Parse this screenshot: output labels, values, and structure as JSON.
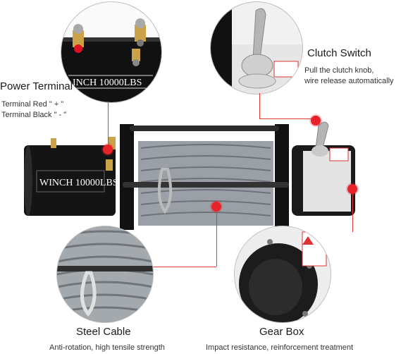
{
  "callouts": {
    "power_terminal": {
      "title": "Power Terminal",
      "lines": [
        "Terminal Red \" + \"",
        "Terminal Black \" - \""
      ]
    },
    "clutch_switch": {
      "title": "Clutch Switch",
      "lines": [
        "Pull the clutch knob,",
        "wire release automatically"
      ]
    },
    "steel_cable": {
      "title": "Steel Cable",
      "subtitle": "Anti-rotation, high tensile strength"
    },
    "gear_box": {
      "title": "Gear Box",
      "subtitle": "Impact resistance, reinforcement treatment"
    }
  },
  "product": {
    "motor_label": "WINCH 10000LBS",
    "zoom_label": "INCH 10000LBS"
  },
  "colors": {
    "accent_red": "#e8232a",
    "leader_line": "#e53935",
    "body_black": "#141414",
    "cable_grey": "#9aa0a6"
  },
  "icons": [
    "power-terminal-icon",
    "clutch-knob-icon",
    "steel-cable-icon",
    "gear-box-icon"
  ]
}
